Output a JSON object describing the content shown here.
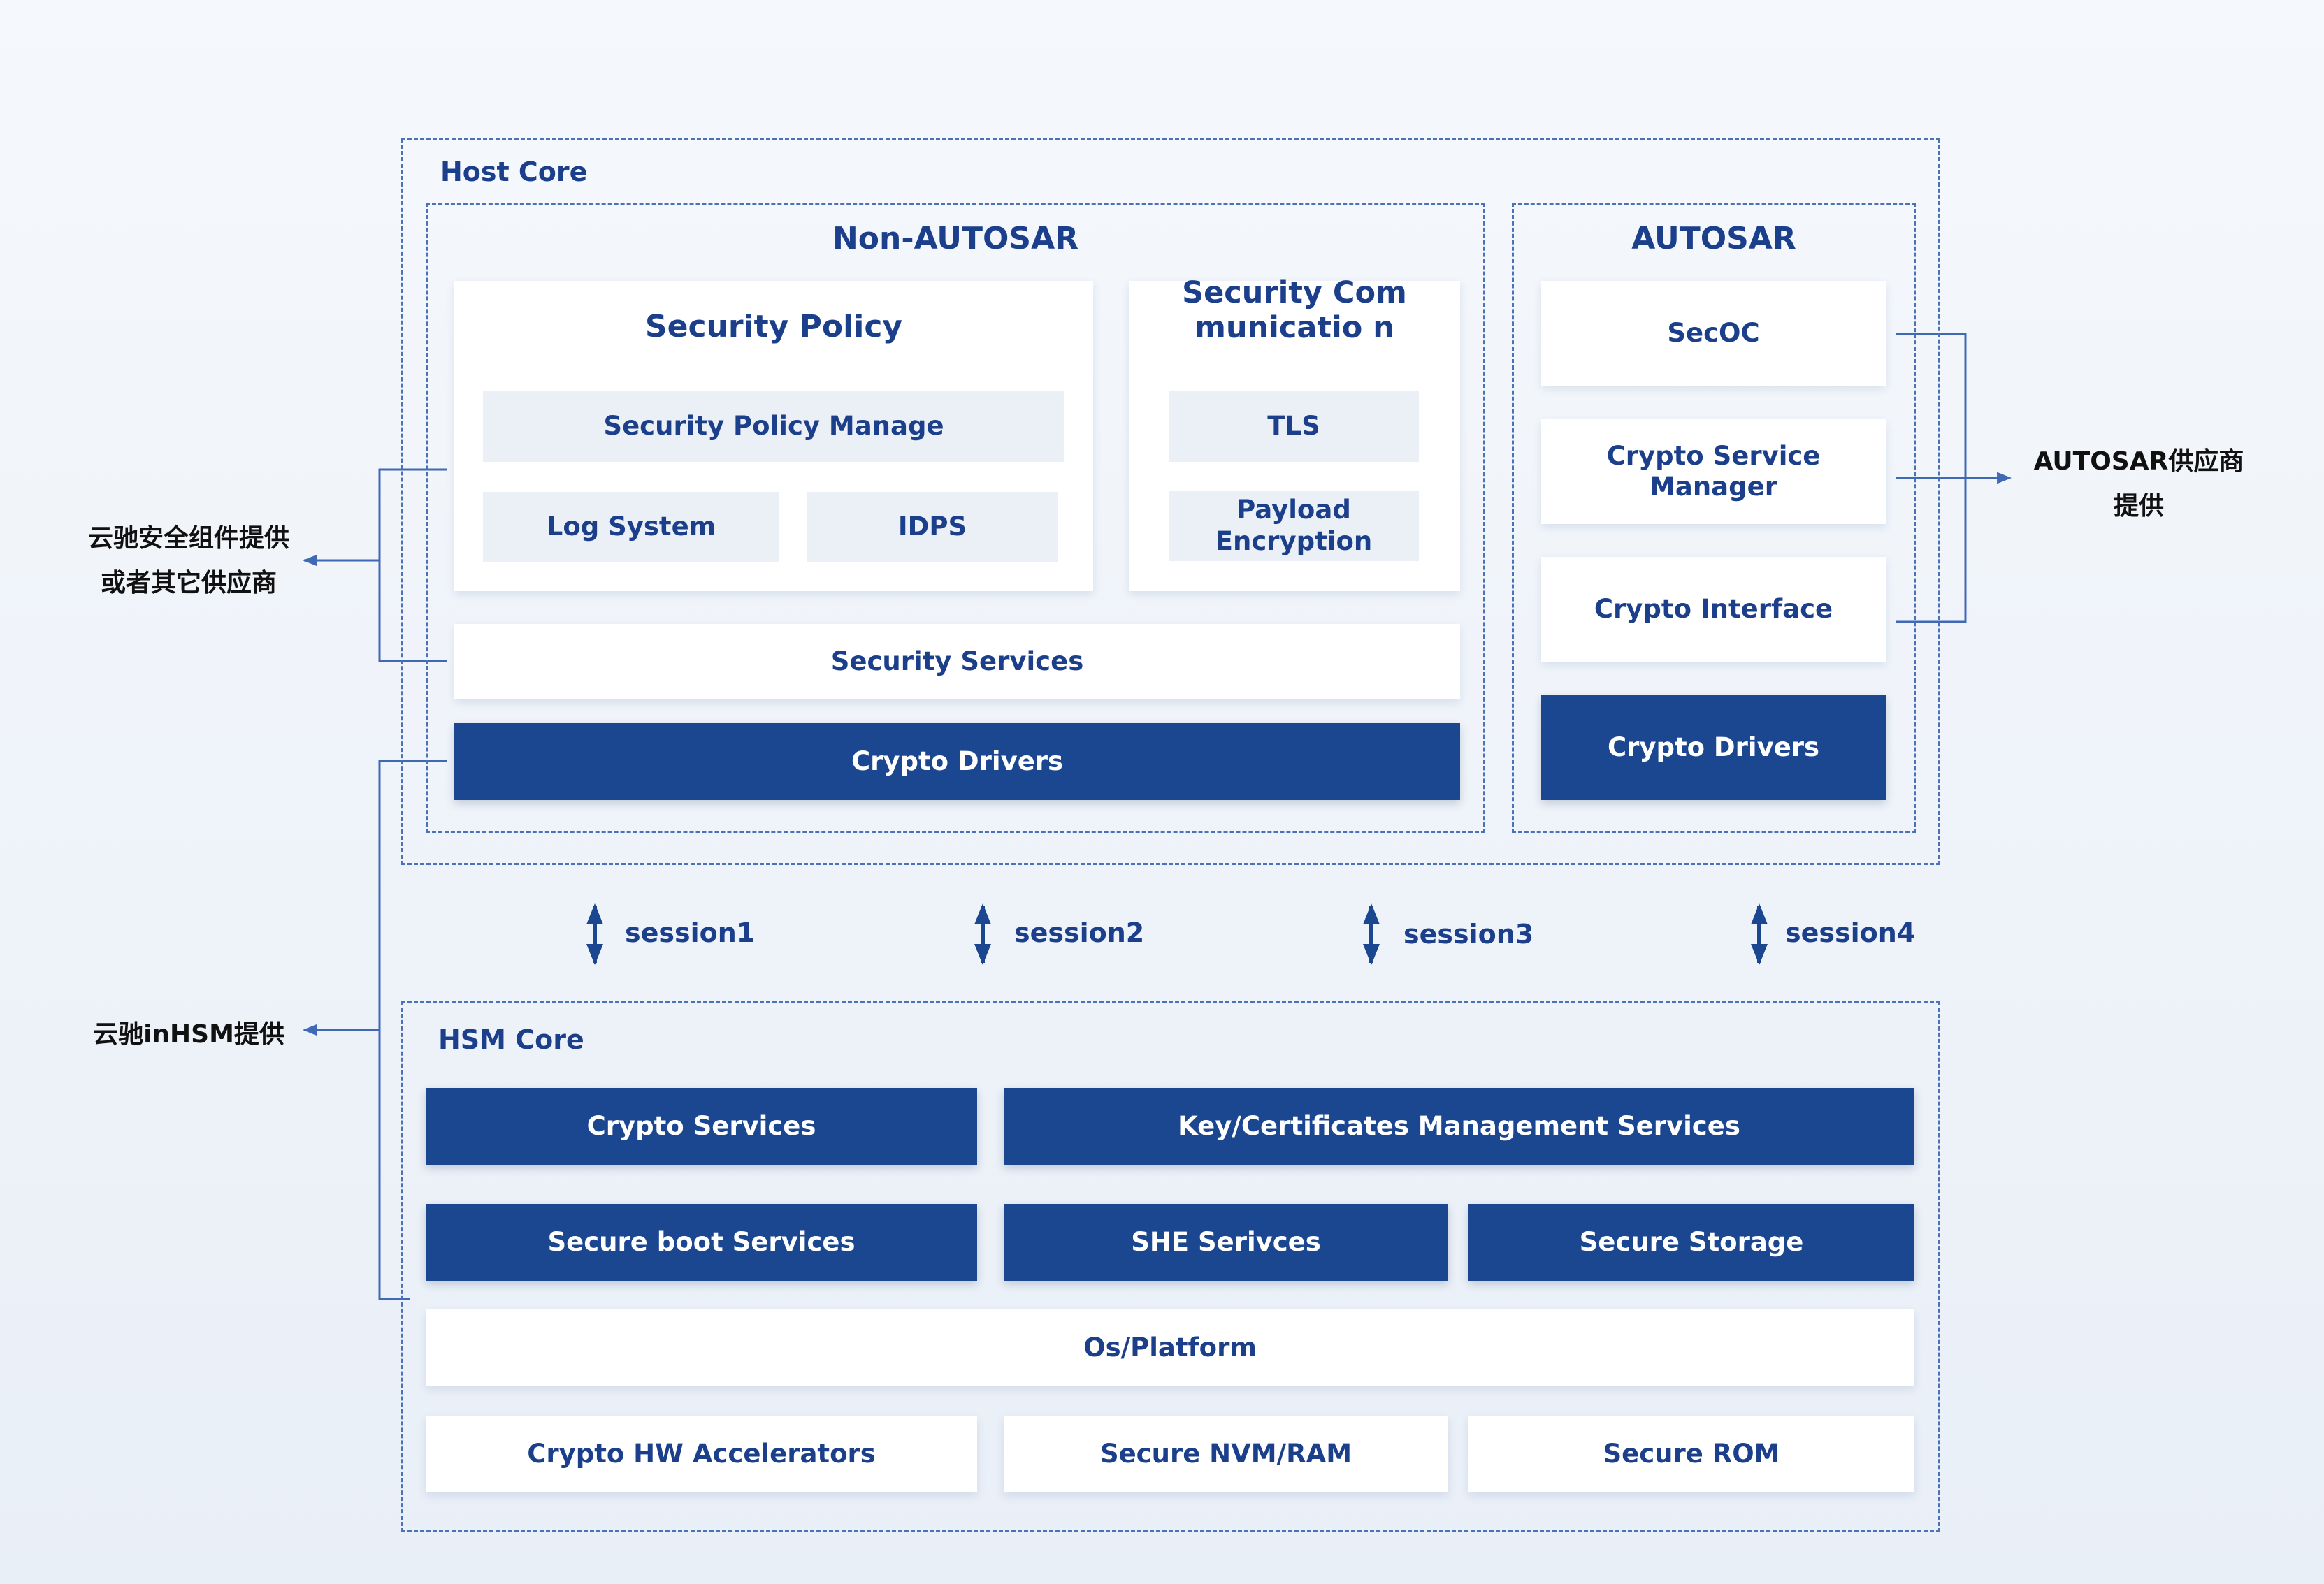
{
  "host_core": {
    "title": "Host Core",
    "non_autosar": {
      "title": "Non-AUTOSAR",
      "security_policy": {
        "title": "Security Policy",
        "manage": "Security Policy Manage",
        "log_system": "Log System",
        "idps": "IDPS"
      },
      "security_communication": {
        "title": "Security Communicatio n",
        "tls": "TLS",
        "payload_encryption": "Payload Encryption"
      },
      "security_services": "Security Services",
      "crypto_drivers": "Crypto Drivers"
    },
    "autosar": {
      "title": "AUTOSAR",
      "secoc": "SecOC",
      "crypto_service_manager": "Crypto Service Manager",
      "crypto_interface": "Crypto Interface",
      "crypto_drivers": "Crypto Drivers"
    }
  },
  "sessions": [
    "session1",
    "session2",
    "session3",
    "session4"
  ],
  "hsm_core": {
    "title": "HSM Core",
    "crypto_services": "Crypto Services",
    "key_cert_services": "Key/Certificates Management Services",
    "secure_boot": "Secure boot Services",
    "she_services": "SHE Serivces",
    "secure_storage": "Secure Storage",
    "os_platform": "Os/Platform",
    "crypto_hw": "Crypto HW Accelerators",
    "secure_nvm": "Secure NVM/RAM",
    "secure_rom": "Secure ROM"
  },
  "side_labels": {
    "left_top_line1": "云驰安全组件提供",
    "left_top_line2": "或者其它供应商",
    "left_bottom": "云驰inHSM提供",
    "right_line1": "AUTOSAR供应商",
    "right_line2": "提供"
  },
  "colors": {
    "navy": "#1b4690",
    "text": "#1b3f8b",
    "dashed_border": "#4a72b8",
    "connector": "#3f68b5"
  }
}
